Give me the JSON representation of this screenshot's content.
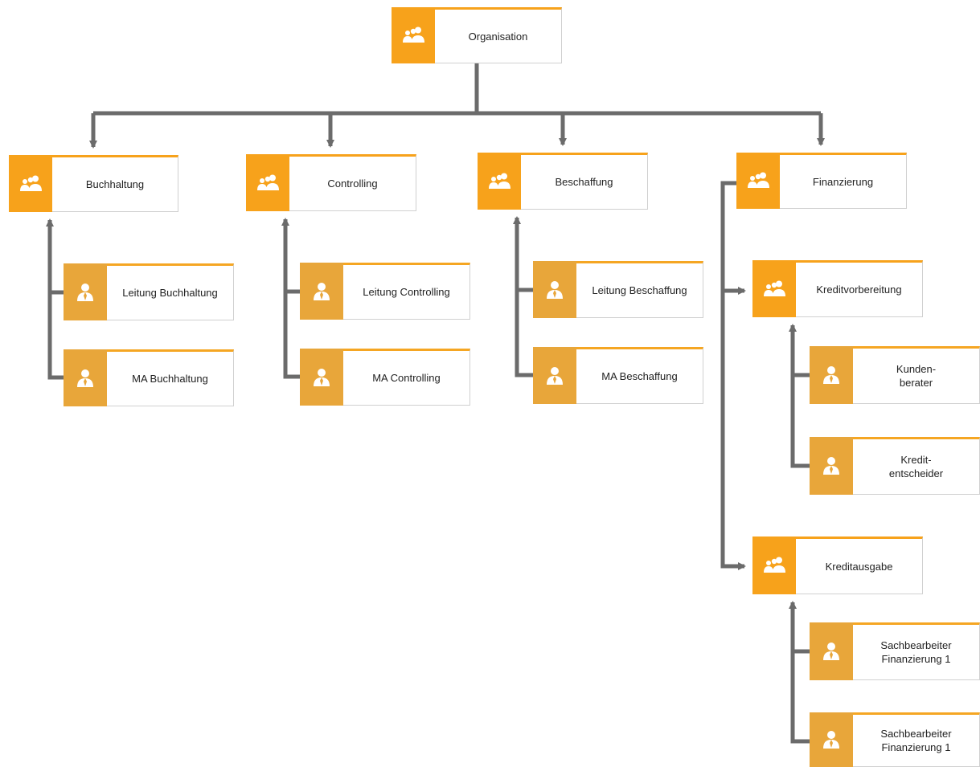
{
  "nodes": {
    "organisation": {
      "label": "Organisation",
      "icon": "group-icon"
    },
    "buchhaltung": {
      "label": "Buchhaltung",
      "icon": "group-icon"
    },
    "controlling": {
      "label": "Controlling",
      "icon": "group-icon"
    },
    "beschaffung": {
      "label": "Beschaffung",
      "icon": "group-icon"
    },
    "finanzierung": {
      "label": "Finanzierung",
      "icon": "group-icon"
    },
    "leitung_buchhaltung": {
      "label": "Leitung Buchhaltung",
      "icon": "person-icon"
    },
    "ma_buchhaltung": {
      "label": "MA Buchhaltung",
      "icon": "person-icon"
    },
    "leitung_controlling": {
      "label": "Leitung Controlling",
      "icon": "person-icon"
    },
    "ma_controlling": {
      "label": "MA Controlling",
      "icon": "person-icon"
    },
    "leitung_beschaffung": {
      "label": "Leitung Beschaffung",
      "icon": "person-icon"
    },
    "ma_beschaffung": {
      "label": "MA Beschaffung",
      "icon": "person-icon"
    },
    "kreditvorbereitung": {
      "label": "Kreditvorbereitung",
      "icon": "group-icon"
    },
    "kundenberater": {
      "label": "Kunden-\nberater",
      "icon": "person-icon"
    },
    "kreditentscheider": {
      "label": "Kredit-\nentscheider",
      "icon": "person-icon"
    },
    "kreditausgabe": {
      "label": "Kreditausgabe",
      "icon": "group-icon"
    },
    "sachbearbeiter_1": {
      "label": "Sachbearbeiter\nFinanzierung 1",
      "icon": "person-icon"
    },
    "sachbearbeiter_2": {
      "label": "Sachbearbeiter\nFinanzierung 1",
      "icon": "person-icon"
    }
  },
  "colors": {
    "group_tile": "#f7a21b",
    "person_tile": "#e8a63a",
    "connector": "#6b6b6b",
    "node_border": "#d0d0d0"
  }
}
